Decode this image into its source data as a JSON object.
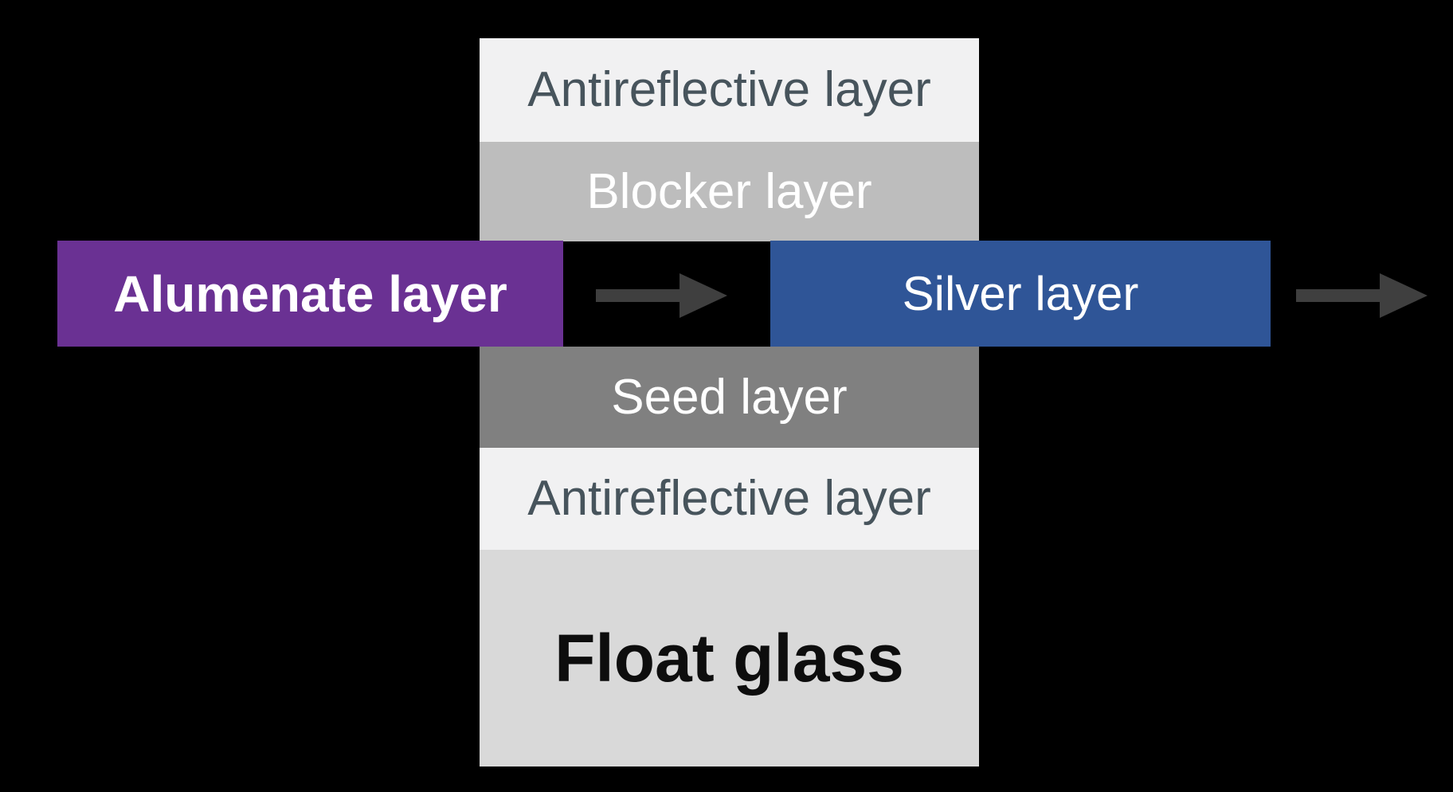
{
  "background_color": "#000000",
  "stack": {
    "layers": [
      {
        "id": "antireflective-top",
        "label": "Antireflective layer",
        "bg": "#F1F1F2",
        "text_color": "#47545C"
      },
      {
        "id": "blocker",
        "label": "Blocker layer",
        "bg": "#BDBDBD",
        "text_color": "#FFFFFF"
      },
      {
        "id": "gap",
        "label": "",
        "bg": "transparent",
        "text_color": ""
      },
      {
        "id": "seed",
        "label": "Seed layer",
        "bg": "#808080",
        "text_color": "#FFFFFF"
      },
      {
        "id": "antireflective-bottom",
        "label": "Antireflective layer",
        "bg": "#F1F1F2",
        "text_color": "#47545C"
      },
      {
        "id": "float-glass",
        "label": "Float glass",
        "bg": "#D9D9D9",
        "text_color": "#0D0D0D"
      }
    ]
  },
  "bars": {
    "alumenate": {
      "label": "Alumenate layer",
      "bg": "#6A3193",
      "text_color": "#FFFFFF"
    },
    "silver": {
      "label": "Silver layer",
      "bg": "#2F5597",
      "text_color": "#FFFFFF"
    }
  },
  "arrows": [
    {
      "id": "arrow-right-1",
      "direction": "right",
      "color": "#3F3F3F"
    },
    {
      "id": "arrow-right-2",
      "direction": "right",
      "color": "#3F3F3F"
    }
  ]
}
